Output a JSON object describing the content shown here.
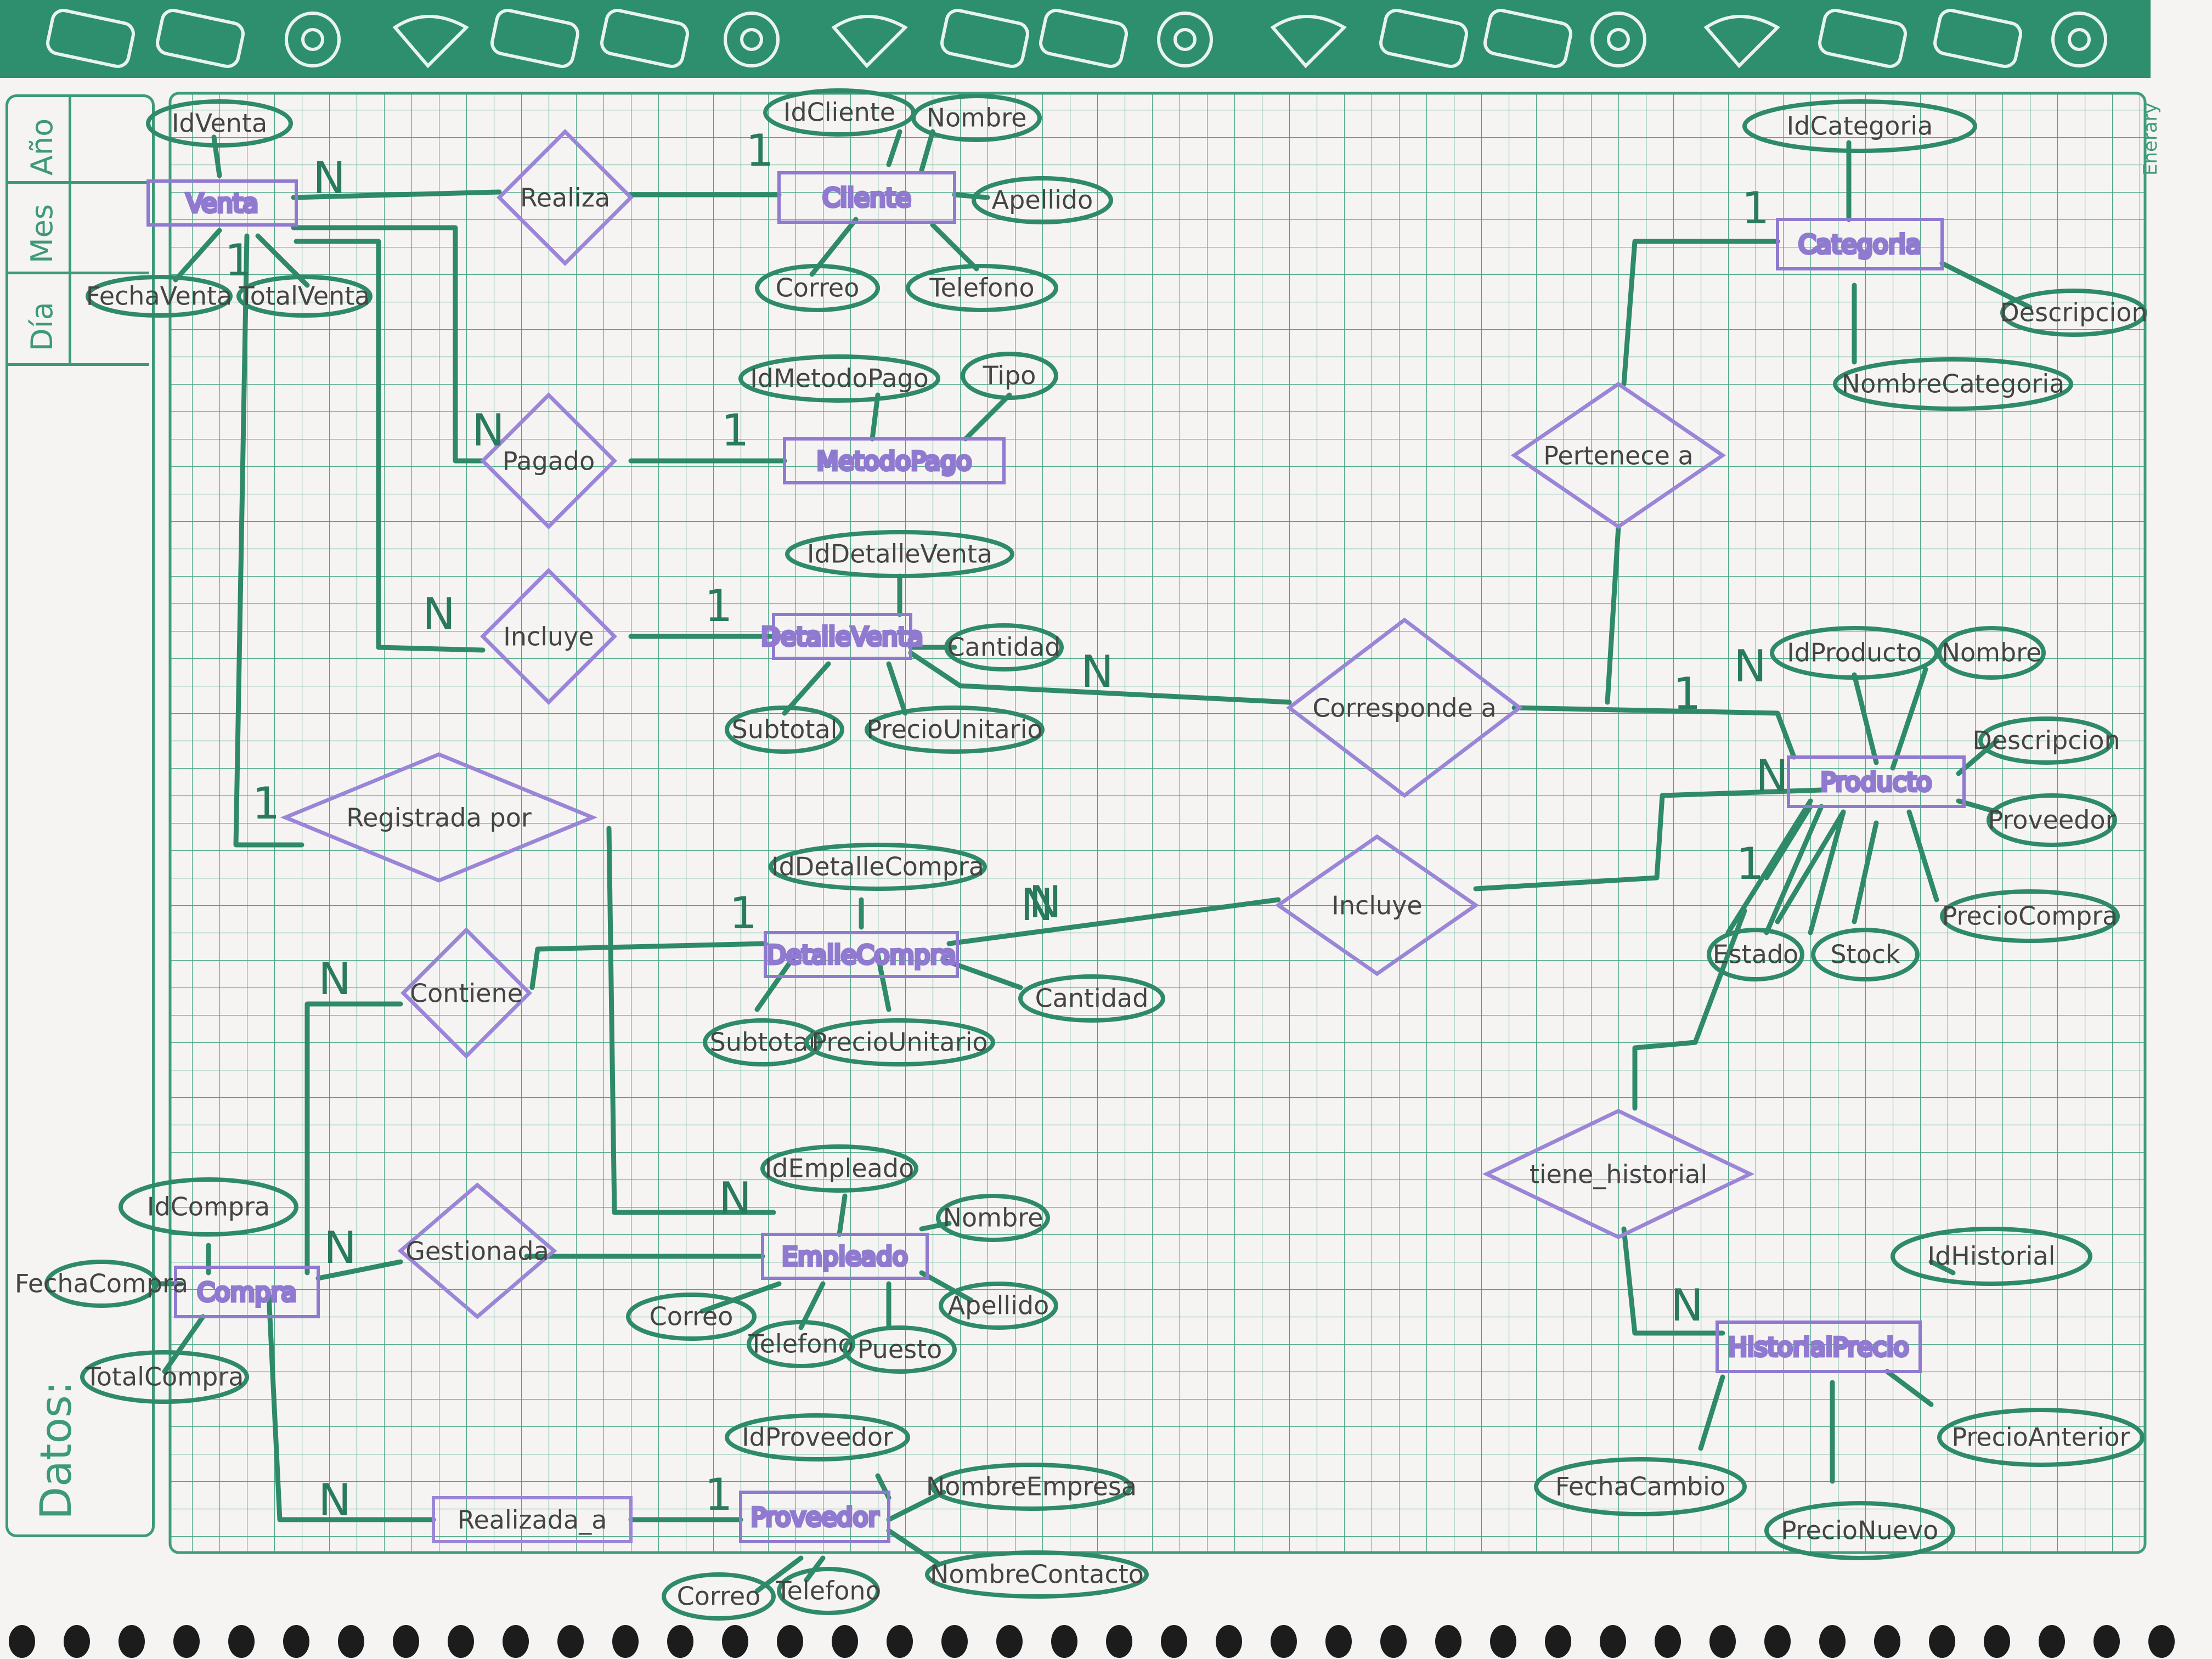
{
  "side_panel": {
    "rows": [
      "Año",
      "Mes",
      "Día"
    ],
    "footer_label": "Datos:"
  },
  "brand": "Enerary",
  "entities": {
    "venta": "Venta",
    "cliente": "Cliente",
    "metodo_pago": "MetodoPago",
    "detalle_venta": "DetalleVenta",
    "categoria": "Categoria",
    "producto": "Producto",
    "detalle_compra": "DetalleCompra",
    "empleado": "Empleado",
    "compra": "Compra",
    "proveedor": "Proveedor",
    "historial_precio": "HistorialPrecio"
  },
  "relationships": {
    "realiza": "Realiza",
    "pagado": "Pagado",
    "incluye_venta": "Incluye",
    "registrada_por": "Registrada por",
    "contiene": "Contiene",
    "gestionada": "Gestionada",
    "realizada_a": "Realizada_a",
    "pertenece_a": "Pertenece a",
    "corresponde_a": "Corresponde a",
    "incluye_compra": "Incluye",
    "tiene_historial": "tiene_historial"
  },
  "attributes": {
    "venta": [
      "IdVenta",
      "FechaVenta",
      "TotalVenta"
    ],
    "cliente": [
      "IdCliente",
      "Nombre",
      "Apellido",
      "Correo",
      "Telefono"
    ],
    "metodo_pago": [
      "IdMetodoPago",
      "Tipo"
    ],
    "detalle_venta": [
      "IdDetalleVenta",
      "Cantidad",
      "Subtotal",
      "PrecioUnitario"
    ],
    "categoria": [
      "IdCategoria",
      "Descripcion",
      "NombreCategoria"
    ],
    "producto": [
      "IdProducto",
      "Nombre",
      "Descripcion",
      "Proveedor",
      "PrecioCompra",
      "Estado",
      "Stock"
    ],
    "detalle_compra": [
      "IdDetalleCompra",
      "Cantidad",
      "Subtotal",
      "PrecioUnitario"
    ],
    "empleado": [
      "IdEmpleado",
      "Nombre",
      "Apellido",
      "Correo",
      "Telefono",
      "Puesto"
    ],
    "compra": [
      "IdCompra",
      "FechaCompra",
      "TotalCompra"
    ],
    "proveedor": [
      "IdProveedor",
      "NombreEmpresa",
      "NombreContacto",
      "Correo",
      "Telefono"
    ],
    "historial_precio": [
      "IdHistorial",
      "PrecioAnterior",
      "PrecioNuevo",
      "FechaCambio"
    ]
  },
  "cardinalities": {
    "venta_realiza": "N",
    "cliente_realiza": "1",
    "venta_pagado": "N",
    "metodo_pagado": "1",
    "venta_incluye": "N",
    "detalle_incluye": "1",
    "venta_registrada": "1",
    "empleado_registrada": "N",
    "venta_side": "1",
    "detallecompra_contiene": "1",
    "compra_contiene": "N",
    "compra_gestionada": "N",
    "empleado_gestionada": "N",
    "compra_realizada": "N",
    "proveedor_realizada": "1",
    "categoria_pertenece": "1",
    "producto_pertenece": "N",
    "detalleventa_corresponde": "N",
    "producto_corresponde": "1",
    "detallecompra_incluye": "N",
    "producto_incluye": "N",
    "producto_historial": "1",
    "historial_historial": "N"
  },
  "colors": {
    "entity_box": "#8f7ad0",
    "diamond": "#9b85d6",
    "line": "#2f8a68",
    "ellipse": "#2f8a68",
    "grid": "#3f9c7c",
    "band": "#2e8f6e"
  }
}
